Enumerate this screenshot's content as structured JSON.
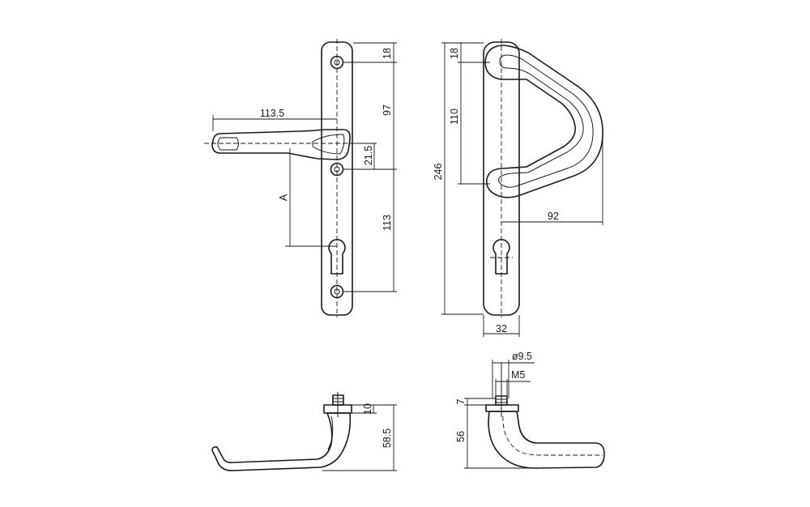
{
  "dimensions": {
    "front_handle_length": "113.5",
    "front_top_hole": "18",
    "front_upper": "97",
    "front_spindle_offset": "21.5",
    "front_lower": "113",
    "front_a": "A",
    "pull_top_hole": "18",
    "pull_grip_span": "110",
    "pull_total_height": "246",
    "pull_projection": "92",
    "pull_plate_width": "32",
    "spindle_diameter": "ø9.5",
    "thread": "M5",
    "lever_rose_height": "10",
    "lever_projection": "58.5",
    "knob_rose_height": "7",
    "knob_projection": "56"
  }
}
